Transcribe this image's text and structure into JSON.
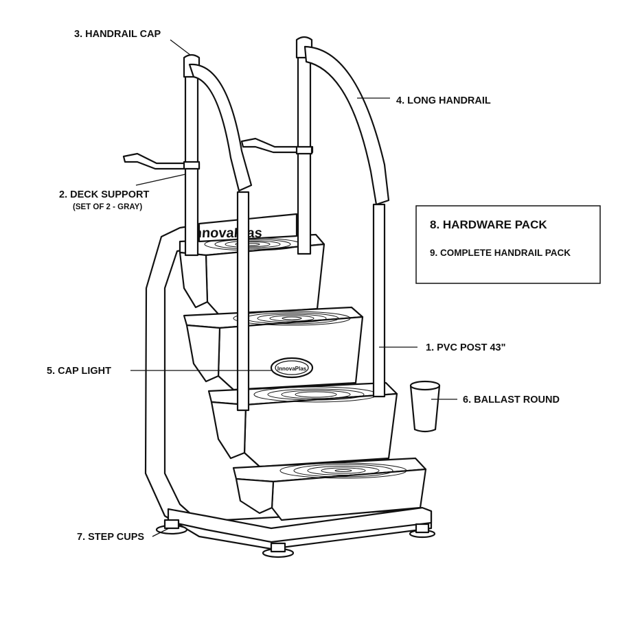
{
  "labels": {
    "handrail_cap": "3. HANDRAIL CAP",
    "long_handrail": "4. LONG HANDRAIL",
    "deck_support": "2. DECK SUPPORT",
    "deck_support_note": "(SET OF 2 - GRAY)",
    "pvc_post": "1. PVC POST 43\"",
    "cap_light": "5. CAP LIGHT",
    "ballast_round": "6. BALLAST ROUND",
    "step_cups": "7. STEP CUPS"
  },
  "info_box": {
    "title": "8. HARDWARE PACK",
    "subtitle": "9. COMPLETE HANDRAIL PACK"
  },
  "brand": {
    "name": "InnovaPlas"
  }
}
